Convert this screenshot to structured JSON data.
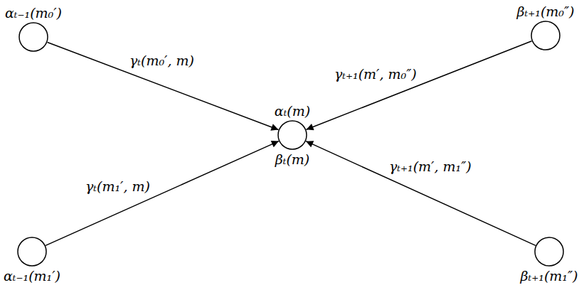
{
  "diagram": {
    "nodes": [
      {
        "text": [
          "αₜ₋₁(m₀′)"
        ]
      },
      {
        "text": [
          "βₜ₊₁(m₀″)"
        ]
      },
      {
        "text": [
          "αₜ(m)",
          "βₜ(m)"
        ]
      },
      {
        "text": [
          "αₜ₋₁(m₁′)"
        ]
      },
      {
        "text": [
          "βₜ₊₁(m₁″)"
        ]
      }
    ],
    "edges": [
      {
        "from": 0,
        "to": 2,
        "arrow": "to",
        "label": "γₜ(m₀′, m)"
      },
      {
        "from": 1,
        "to": 2,
        "arrow": "to",
        "label": "γₜ₊₁(m′, m₀″)"
      },
      {
        "from": 3,
        "to": 2,
        "arrow": "to",
        "label": "γₜ(m₁′, m)"
      },
      {
        "from": 4,
        "to": 2,
        "arrow": "to",
        "label": "γₜ₊₁(m′, m₁″)"
      }
    ]
  }
}
